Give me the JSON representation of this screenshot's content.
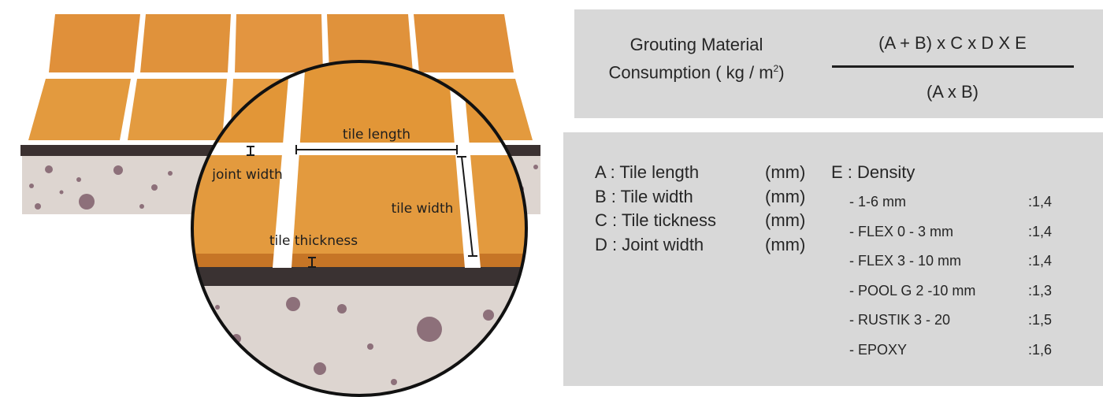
{
  "diagram": {
    "labels": {
      "tile_length": "tile length",
      "joint_width": "joint width",
      "tile_width": "tile width",
      "tile_thickness": "tile thickness"
    },
    "colors": {
      "tile": "#e39a3e",
      "tile_dark": "#c67526",
      "grout": "#ffffff",
      "adhesive": "#3a3232",
      "substrate": "#ddd5d0",
      "stones": "#8d707a"
    }
  },
  "formula": {
    "label_line1": "Grouting Material",
    "label_line2": "Consumption ( kg / m",
    "label_sup": "2",
    "label_end": ")",
    "numerator": "(A + B) x C x D X E",
    "denominator": "(A x B)"
  },
  "variables": [
    {
      "label": "A : Tile length",
      "unit": "(mm)"
    },
    {
      "label": "B : Tile width",
      "unit": "(mm)"
    },
    {
      "label": "C : Tile tickness",
      "unit": "(mm)"
    },
    {
      "label": "D : Joint width",
      "unit": "(mm)"
    }
  ],
  "density": {
    "title": "E : Density",
    "items": [
      {
        "name": "- 1-6 mm",
        "value": ":1,4"
      },
      {
        "name": "- FLEX 0 - 3 mm",
        "value": ":1,4"
      },
      {
        "name": "- FLEX 3 - 10 mm",
        "value": ":1,4"
      },
      {
        "name": "- POOL G 2 -10 mm",
        "value": ":1,3"
      },
      {
        "name": "- RUSTIK 3 - 20",
        "value": ":1,5"
      },
      {
        "name": "- EPOXY",
        "value": ":1,6"
      }
    ]
  }
}
